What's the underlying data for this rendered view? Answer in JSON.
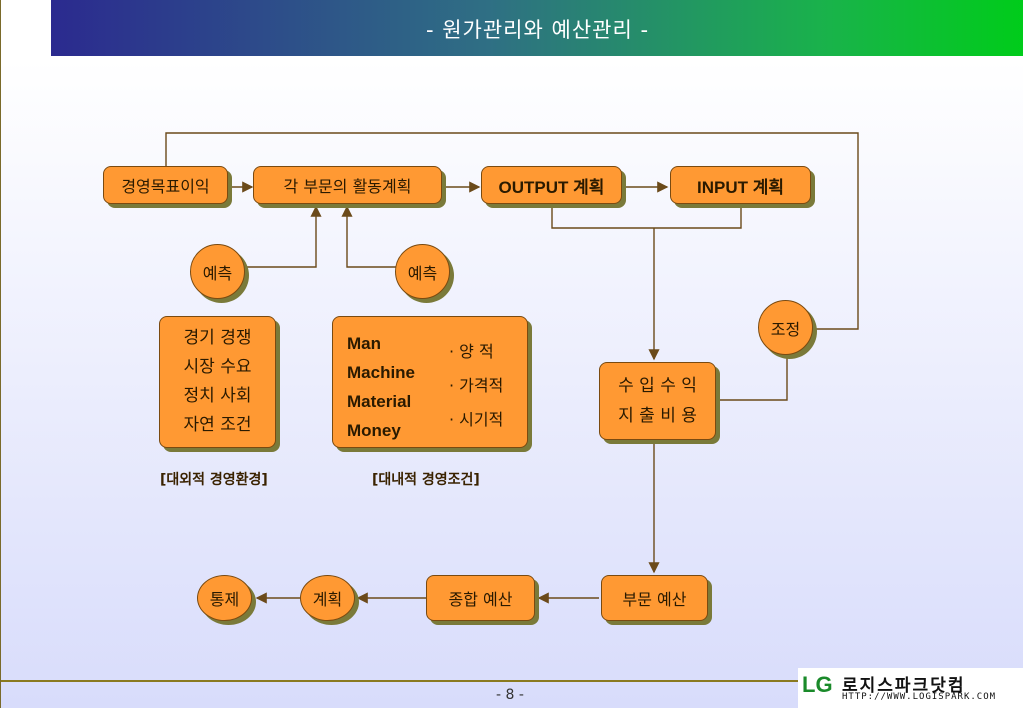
{
  "header": {
    "title": "- 원가관리와 예산관리 -"
  },
  "flow": {
    "goal": "경영목표이익",
    "activity_plan": "각 부문의 활동계획",
    "output_plan": "OUTPUT 계획",
    "input_plan": "INPUT 계획",
    "forecast_1": "예측",
    "forecast_2": "예측",
    "adjust": "조정",
    "external": [
      "경기 경쟁",
      "시장 수요",
      "정치 사회",
      "자연 조건"
    ],
    "resources": [
      "Man",
      "Machine",
      "Material",
      "Money"
    ],
    "aspects": [
      "· 양   적",
      "· 가격적",
      "· 시기적"
    ],
    "revenue_cost": [
      "수 입  수 익",
      "지 출  비 용"
    ],
    "dept_budget": "부문 예산",
    "total_budget": "종합 예산",
    "plan": "계획",
    "control": "통제",
    "caption_external": "[대외적 경영환경]",
    "caption_internal": "[대내적 경영조건]"
  },
  "footer": {
    "page": "- 8 -",
    "logo_mark": "LG",
    "logo_name": "로지스파크닷컴",
    "logo_url": "HTTP://WWW.LOGISPARK.COM"
  },
  "colors": {
    "box_fill": "#ff9933",
    "line": "#6b4a1a"
  }
}
